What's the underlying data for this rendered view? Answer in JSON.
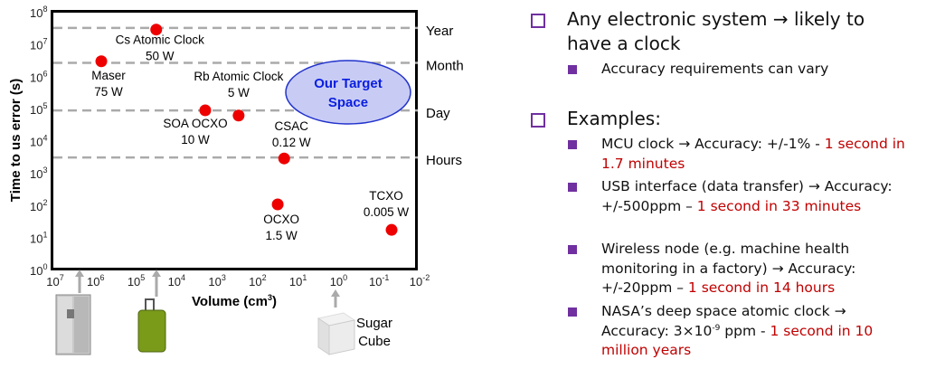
{
  "chart_data": {
    "type": "scatter",
    "xlabel": "Volume (cm³)",
    "xlabel_base": "Volume (cm",
    "xlabel_sup": "3",
    "xlabel_end": ")",
    "ylabel": "Time to us error (s)",
    "x_scale": "log",
    "x_reversed": true,
    "xlim": [
      10000000,
      0.01
    ],
    "y_scale": "log",
    "ylim": [
      1,
      100000000
    ],
    "x_ticks": [
      {
        "base": "10",
        "exp": "7"
      },
      {
        "base": "10",
        "exp": "6"
      },
      {
        "base": "10",
        "exp": "5"
      },
      {
        "base": "10",
        "exp": "4"
      },
      {
        "base": "10",
        "exp": "3"
      },
      {
        "base": "10",
        "exp": "2"
      },
      {
        "base": "10",
        "exp": "1"
      },
      {
        "base": "10",
        "exp": "0"
      },
      {
        "base": "10",
        "exp": "-1"
      },
      {
        "base": "10",
        "exp": "-2"
      }
    ],
    "y_ticks": [
      {
        "base": "10",
        "exp": "8"
      },
      {
        "base": "10",
        "exp": "7"
      },
      {
        "base": "10",
        "exp": "6"
      },
      {
        "base": "10",
        "exp": "5"
      },
      {
        "base": "10",
        "exp": "4"
      },
      {
        "base": "10",
        "exp": "3"
      },
      {
        "base": "10",
        "exp": "2"
      },
      {
        "base": "10",
        "exp": "1"
      },
      {
        "base": "10",
        "exp": "0"
      }
    ],
    "reference_lines": [
      {
        "label": "Year",
        "y": 31536000
      },
      {
        "label": "Month",
        "y": 2592000
      },
      {
        "label": "Day",
        "y": 86400
      },
      {
        "label": "Hours",
        "y": 3000
      }
    ],
    "points": [
      {
        "name": "Cs Atomic Clock",
        "power": "50 W",
        "x": 26000,
        "y": 28000000
      },
      {
        "name": "Maser",
        "power": "75 W",
        "x": 590000,
        "y": 2900000
      },
      {
        "name": "Rb Atomic Clock",
        "power": "5 W",
        "x": 240,
        "y": 60000
      },
      {
        "name": "SOA OCXO",
        "power": "10 W",
        "x": 1600,
        "y": 87000
      },
      {
        "name": "CSAC",
        "power": "0.12 W",
        "x": 18,
        "y": 2800
      },
      {
        "name": "OCXO",
        "power": "1.5 W",
        "x": 26,
        "y": 105
      },
      {
        "name": "TCXO",
        "power": "0.005 W",
        "x": 0.04,
        "y": 17
      }
    ],
    "target_region": {
      "label_line1": "Our Target",
      "label_line2": "Space"
    },
    "reference_objects": [
      {
        "name": "refrigerator",
        "x": 3000000
      },
      {
        "name": "suitcase",
        "x": 30000
      },
      {
        "name": "sugar-cube",
        "x": 1,
        "label_line1": "Sugar",
        "label_line2": "Cube"
      }
    ],
    "colors": {
      "point": "#ee0000",
      "target_fill": "#c8ccf5",
      "target_stroke": "#2233cc",
      "target_text": "#0a1ee0",
      "dash": "#aaaaaa"
    }
  },
  "bullets": [
    {
      "text": "Any electronic system → likely to have a clock",
      "sub": [
        {
          "text": "Accuracy requirements can vary",
          "highlight": ""
        }
      ]
    },
    {
      "text": "Examples:",
      "sub": [
        {
          "text": "MCU clock → Accuracy: +/-1% - ",
          "highlight": "1 second in 1.7 minutes"
        },
        {
          "text": "USB interface (data transfer) → Accuracy: +/-500ppm – ",
          "highlight": "1 second in 33 minutes"
        },
        {
          "text": "Wireless node (e.g. machine health monitoring in a factory) → Accuracy: +/-20ppm – ",
          "highlight": "1 second in 14 hours"
        },
        {
          "text": "NASA’s deep space atomic clock → Accuracy: 3×10",
          "sup": "-9",
          "text_after": " ppm - ",
          "highlight": "1 second in 10 million years"
        }
      ]
    }
  ]
}
